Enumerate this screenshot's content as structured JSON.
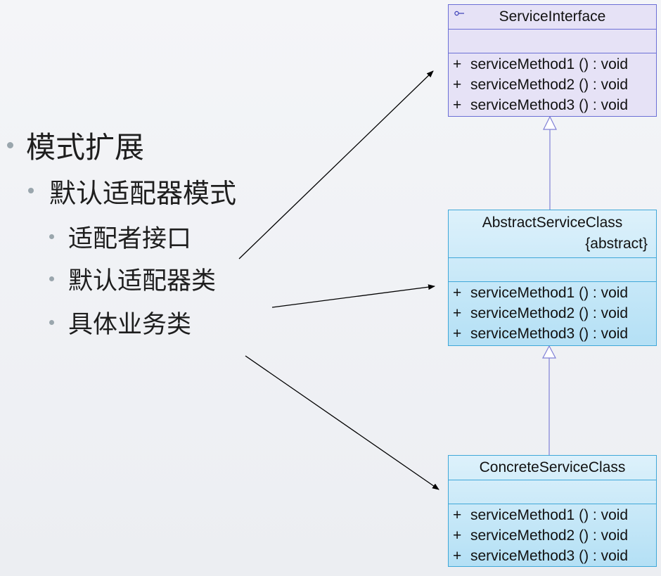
{
  "outline": {
    "level1": "模式扩展",
    "level2": "默认适配器模式",
    "level3": [
      "适配者接口",
      "默认适配器类",
      "具体业务类"
    ]
  },
  "diagram": {
    "interface": {
      "name": "ServiceInterface",
      "operations": [
        {
          "visibility": "+",
          "signature": "serviceMethod1 () : void"
        },
        {
          "visibility": "+",
          "signature": "serviceMethod2 () : void"
        },
        {
          "visibility": "+",
          "signature": "serviceMethod3 () : void"
        }
      ]
    },
    "abstract_class": {
      "name": "AbstractServiceClass",
      "stereotype": "{abstract}",
      "operations": [
        {
          "visibility": "+",
          "signature": "serviceMethod1 () : void"
        },
        {
          "visibility": "+",
          "signature": "serviceMethod2 () : void"
        },
        {
          "visibility": "+",
          "signature": "serviceMethod3 () : void"
        }
      ]
    },
    "concrete_class": {
      "name": "ConcreteServiceClass",
      "operations": [
        {
          "visibility": "+",
          "signature": "serviceMethod1 () : void"
        },
        {
          "visibility": "+",
          "signature": "serviceMethod2 () : void"
        },
        {
          "visibility": "+",
          "signature": "serviceMethod3 () : void"
        }
      ]
    }
  },
  "colors": {
    "interface_fill": "#e6e2f6",
    "class_fill": "#b4e0f5",
    "interface_border": "#6b6fd6",
    "class_border": "#3fa7d8",
    "bullet": "#9aa6ad",
    "pointer_arrow": "#000000"
  }
}
